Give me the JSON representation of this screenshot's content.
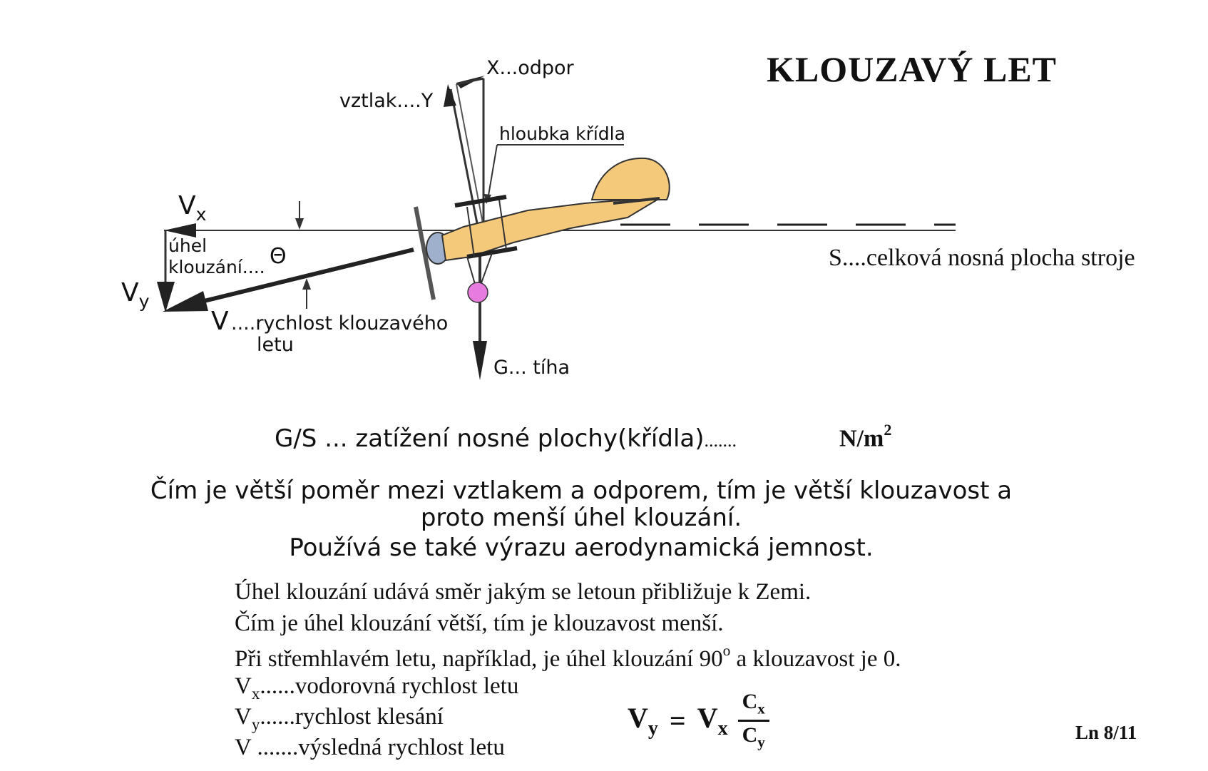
{
  "title": "KLOUZAVÝ  LET",
  "labels": {
    "drag": "X...odpor",
    "lift": "vztlak....Y",
    "chord": "hloubka křídla",
    "vx": "V",
    "vx_sub": "x",
    "angle_line1": "úhel",
    "angle_line2": "klouzání....",
    "theta": "Θ",
    "vy": "V",
    "vy_sub": "y",
    "v": "V",
    "v_desc_line1": "....rychlost klouzavého",
    "v_desc_line2": "letu",
    "weight": "G... tíha",
    "area": "S....celková nosná plocha stroje"
  },
  "loading": {
    "text": "G/S ... zatížení nosné plochy(křídla)",
    "dots": ".......",
    "unit": "N/m",
    "unit_exp": "2"
  },
  "paragraph": [
    "Čím je větší poměr mezi vztlakem a odporem, tím je větší klouzavost a",
    "proto menší úhel klouzání.",
    "Používá se také výrazu aerodynamická jemnost."
  ],
  "body": {
    "line1": "Úhel klouzání udává směr jakým se letoun přibližuje k Zemi.",
    "line2": "Čím je úhel klouzání větší, tím je klouzavost menší.",
    "line3_a": "Při střemhlavém letu, například, je úhel klouzání 90",
    "line3_sup": "o",
    "line3_b": " a klouzavost je 0."
  },
  "definitions": [
    {
      "sym": "V",
      "sub": "x",
      "text": "......vodorovná rychlost letu"
    },
    {
      "sym": "V",
      "sub": "y",
      "text": "......rychlost klesání"
    },
    {
      "sym": "V",
      "sub": "",
      "text": " .......výsledná rychlost letu"
    }
  ],
  "formula": {
    "lhs": "V",
    "lhs_sub": "y",
    "eq": "=",
    "rhs": "V",
    "rhs_sub": "x",
    "num": "C",
    "num_sub": "x",
    "den": "C",
    "den_sub": "y"
  },
  "page_number": "Ln  8/11",
  "colors": {
    "fuselage": "#f5c97a",
    "fuselage_outline": "#333333",
    "wheel": "#e87be0",
    "engine": "#9fb0cc",
    "ink": "#111111"
  }
}
